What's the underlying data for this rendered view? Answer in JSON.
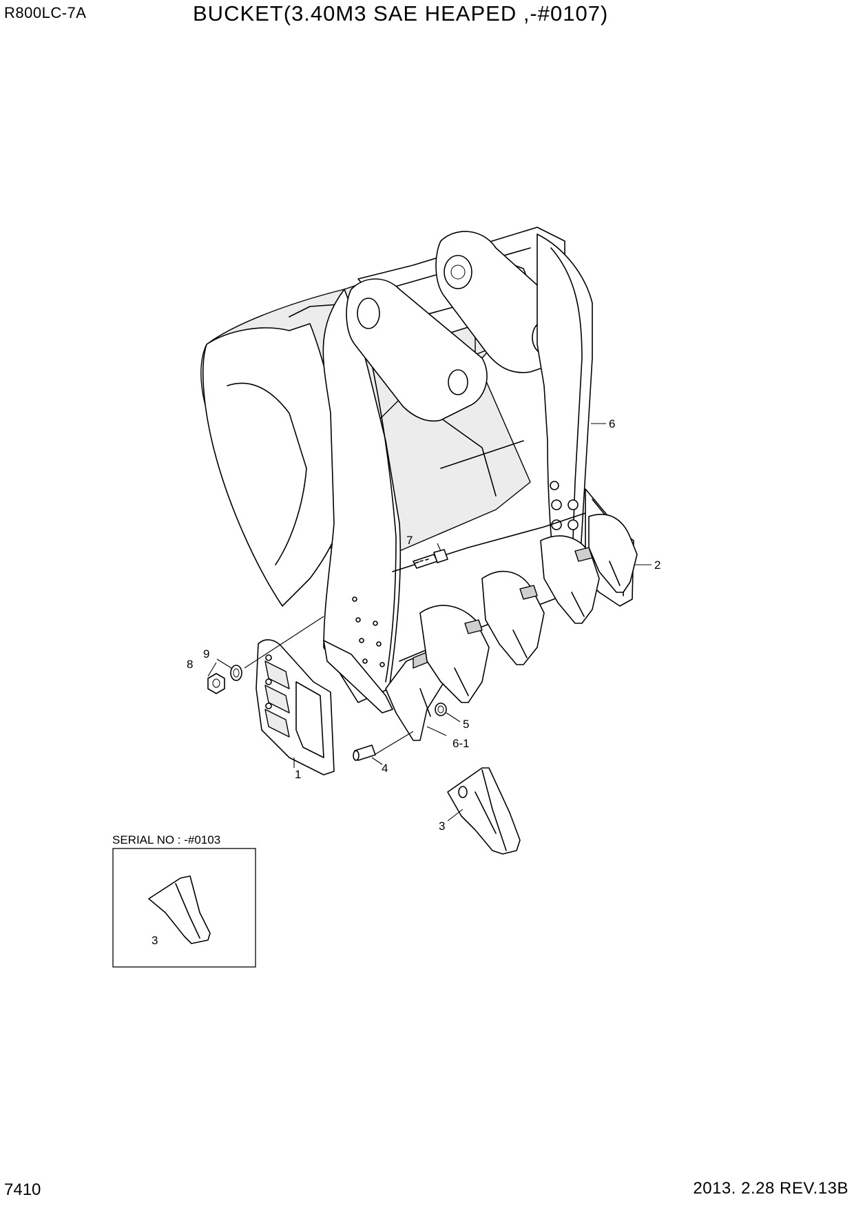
{
  "header": {
    "model": "R800LC-7A",
    "title": "BUCKET(3.40M3 SAE HEAPED ,-#0107)"
  },
  "footer": {
    "page_number": "7410",
    "revision": "2013. 2.28  REV.13B"
  },
  "callouts": {
    "c1": "1",
    "c2": "2",
    "c3": "3",
    "c4": "4",
    "c5": "5",
    "c6": "6",
    "c6_1": "6-1",
    "c7": "7",
    "c8": "8",
    "c9": "9"
  },
  "inset": {
    "caption": "SERIAL NO : -#0103",
    "callout": "3"
  }
}
